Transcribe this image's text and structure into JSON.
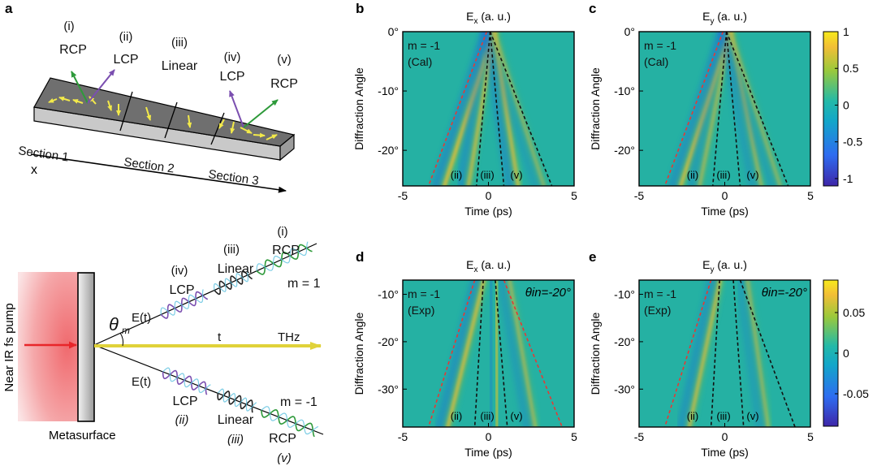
{
  "panel_labels": {
    "a": "a",
    "b": "b",
    "c": "c",
    "d": "d",
    "e": "e"
  },
  "schematic_top": {
    "roman": [
      "(i)",
      "(ii)",
      "(iii)",
      "(iv)",
      "(v)"
    ],
    "pol": [
      "RCP",
      "LCP",
      "Linear",
      "LCP",
      "RCP"
    ],
    "sections": [
      "Section 1",
      "Section 2",
      "Section 3"
    ],
    "axis_label": "x"
  },
  "schematic_bottom": {
    "pump_label": "Near IR fs pump",
    "metasurface_label": "Metasurface",
    "theta_label": "θ",
    "theta_sub": "m",
    "upper_beam": {
      "field_label": "E(t)",
      "order_label": "m = 1",
      "pols": [
        "LCP",
        "Linear",
        "RCP"
      ],
      "romans": [
        "(iv)",
        "(iii)",
        "(i)"
      ]
    },
    "lower_beam": {
      "field_label": "E(t)",
      "order_label": "m = -1",
      "pols": [
        "LCP",
        "Linear",
        "RCP"
      ],
      "romans": [
        "(ii)",
        "(iii)",
        "(v)"
      ]
    },
    "center_t": "t",
    "center_thz": "THz"
  },
  "colors": {
    "rcp": "#2e9a3a",
    "lcp": "#7b4fb0",
    "linear": "#222222",
    "arrow_yellow": "#f2e94a",
    "thz_yellow": "#e0d23a",
    "pump_red": "#e8262a",
    "dash_red": "#e53935",
    "dash_black": "#111111"
  },
  "chart_data": [
    {
      "id": "b",
      "type": "heatmap",
      "title": "E",
      "title_sub": "x",
      "title_unit": "(a. u.)",
      "xlabel": "Time (ps)",
      "ylabel": "Diffraction Angle",
      "xlim": [
        -5,
        5
      ],
      "ylim": [
        -26,
        0
      ],
      "xticks": [
        -5,
        0,
        5
      ],
      "yticks": [
        0,
        -10,
        -20
      ],
      "ytick_labels": [
        "0°",
        "-10°",
        "-20°"
      ],
      "annotation": [
        "m = -1",
        "(Cal)"
      ],
      "theta_text": "",
      "region_labels": [
        "(ii)",
        "(iii)",
        "(v)"
      ],
      "red_lines": [
        [
          [
            -0.1,
            0
          ],
          [
            -3.5,
            -26
          ]
        ]
      ],
      "black_lines": [
        [
          [
            0.1,
            0
          ],
          [
            3.7,
            -26
          ]
        ],
        [
          [
            0.1,
            0
          ],
          [
            -0.7,
            -26
          ]
        ],
        [
          [
            0.1,
            0
          ],
          [
            0.9,
            -26
          ]
        ]
      ],
      "ridges": [
        [
          [
            0,
            0
          ],
          [
            -2.9,
            -26
          ],
          1
        ],
        [
          [
            0,
            0
          ],
          [
            -1.5,
            -26
          ],
          0.8
        ],
        [
          [
            0,
            0
          ],
          [
            1.4,
            -26
          ],
          0.85
        ],
        [
          [
            0,
            0
          ],
          [
            2.9,
            -26
          ],
          0.5
        ]
      ],
      "colorbar": null
    },
    {
      "id": "c",
      "type": "heatmap",
      "title": "E",
      "title_sub": "y",
      "title_unit": "(a. u.)",
      "xlabel": "Time (ps)",
      "ylabel": "Diffraction Angle",
      "xlim": [
        -5,
        5
      ],
      "ylim": [
        -26,
        0
      ],
      "xticks": [
        -5,
        0,
        5
      ],
      "yticks": [
        0,
        -10,
        -20
      ],
      "ytick_labels": [
        "0°",
        "-10°",
        "-20°"
      ],
      "annotation": [
        "m = -1",
        "(Cal)"
      ],
      "theta_text": "",
      "region_labels": [
        "(ii)",
        "(iii)",
        "(v)"
      ],
      "red_lines": [
        [
          [
            -0.1,
            0
          ],
          [
            -3.5,
            -26
          ]
        ]
      ],
      "black_lines": [
        [
          [
            0.1,
            0
          ],
          [
            3.7,
            -26
          ]
        ],
        [
          [
            0.1,
            0
          ],
          [
            -0.7,
            -26
          ]
        ],
        [
          [
            0.1,
            0
          ],
          [
            0.9,
            -26
          ]
        ]
      ],
      "ridges": [
        [
          [
            0,
            0
          ],
          [
            -2.9,
            -26
          ],
          0.9
        ],
        [
          [
            0,
            0
          ],
          [
            -1.8,
            -26
          ],
          0.6
        ],
        [
          [
            0,
            0
          ],
          [
            1.8,
            -26
          ],
          0.6
        ],
        [
          [
            0,
            0
          ],
          [
            2.9,
            -26
          ],
          0.5
        ]
      ],
      "colorbar": {
        "min": -1.1,
        "max": 1.0,
        "ticks": [
          1,
          0.5,
          0,
          -0.5,
          -1
        ],
        "tick_labels": [
          "1",
          "0.5",
          "0",
          "-0.5",
          "-1"
        ]
      }
    },
    {
      "id": "d",
      "type": "heatmap",
      "title": "E",
      "title_sub": "x",
      "title_unit": "(a. u.)",
      "xlabel": "Time (ps)",
      "ylabel": "Diffraction Angle",
      "xlim": [
        -5,
        5
      ],
      "ylim": [
        -38,
        -7
      ],
      "xticks": [
        -5,
        0,
        5
      ],
      "yticks": [
        -10,
        -20,
        -30
      ],
      "ytick_labels": [
        "-10°",
        "-20°",
        "-30°"
      ],
      "annotation": [
        "m = -1",
        "(Exp)"
      ],
      "theta_text": "θin=-20°",
      "region_labels": [
        "(ii)",
        "(iii)",
        "(v)"
      ],
      "red_lines": [
        [
          [
            -0.8,
            -7
          ],
          [
            -3.5,
            -38
          ]
        ],
        [
          [
            0.9,
            -7
          ],
          [
            4.3,
            -38
          ]
        ]
      ],
      "black_lines": [
        [
          [
            -0.3,
            -7
          ],
          [
            -0.8,
            -38
          ]
        ],
        [
          [
            0.4,
            -7
          ],
          [
            1.1,
            -38
          ]
        ]
      ],
      "ridges": [
        [
          [
            -0.6,
            -7
          ],
          [
            -2.7,
            -38
          ],
          0.9
        ],
        [
          [
            0.1,
            -7
          ],
          [
            0.2,
            -38
          ],
          0.7
        ],
        [
          [
            0.9,
            -7
          ],
          [
            2.4,
            -38
          ],
          0.6
        ]
      ],
      "colorbar": null
    },
    {
      "id": "e",
      "type": "heatmap",
      "title": "E",
      "title_sub": "y",
      "title_unit": "(a. u.)",
      "xlabel": "Time (ps)",
      "ylabel": "Diffraction Angle",
      "xlim": [
        -5,
        5
      ],
      "ylim": [
        -38,
        -7
      ],
      "xticks": [
        -5,
        0,
        5
      ],
      "yticks": [
        -10,
        -20,
        -30
      ],
      "ytick_labels": [
        "-10°",
        "-20°",
        "-30°"
      ],
      "annotation": [
        "m = -1",
        "(Exp)"
      ],
      "theta_text": "θin=-20°",
      "region_labels": [
        "(ii)",
        "(iii)",
        "(v)"
      ],
      "red_lines": [
        [
          [
            -0.8,
            -7
          ],
          [
            -3.5,
            -38
          ]
        ]
      ],
      "black_lines": [
        [
          [
            -0.3,
            -7
          ],
          [
            -0.8,
            -38
          ]
        ],
        [
          [
            0.5,
            -7
          ],
          [
            1.1,
            -38
          ]
        ],
        [
          [
            0.9,
            -7
          ],
          [
            4.1,
            -38
          ]
        ]
      ],
      "ridges": [
        [
          [
            -0.6,
            -7
          ],
          [
            -2.4,
            -38
          ],
          0.8
        ],
        [
          [
            0.3,
            -7
          ],
          [
            0.3,
            -38
          ],
          1
        ],
        [
          [
            1.0,
            -7
          ],
          [
            2.2,
            -38
          ],
          0.55
        ]
      ],
      "colorbar": {
        "min": -0.09,
        "max": 0.09,
        "ticks": [
          0.05,
          0,
          -0.05
        ],
        "tick_labels": [
          "0.05",
          "0",
          "-0.05"
        ]
      }
    }
  ]
}
